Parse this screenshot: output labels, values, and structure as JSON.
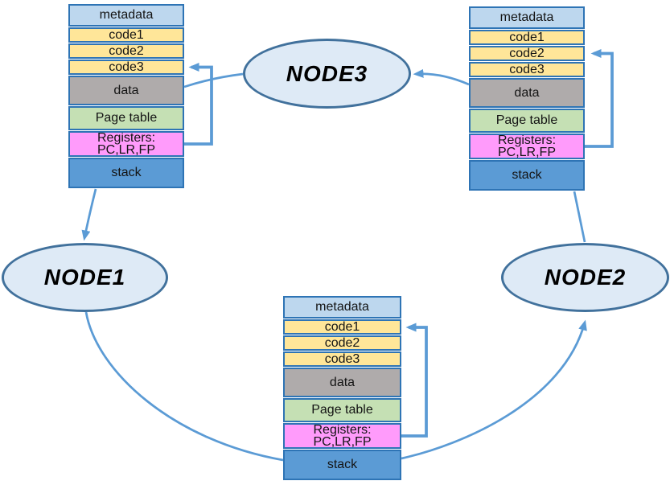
{
  "colors": {
    "background": "#ffffff",
    "row_border": "#2E74B5",
    "arrow": "#5B9BD5",
    "metadata_fill": "#BDD7EE",
    "code_fill": "#FFE699",
    "data_fill": "#AFABAB",
    "page_table_fill": "#C5E0B4",
    "registers_fill": "#FF9BFB",
    "stack_fill": "#5B9BD5",
    "node_fill": "#DEEAF6",
    "node_border": "#41719C"
  },
  "rows": [
    {
      "label": "metadata"
    },
    {
      "label": "code1"
    },
    {
      "label": "code2"
    },
    {
      "label": "code3"
    },
    {
      "label": "data"
    },
    {
      "label": "Page table"
    },
    {
      "label": "Registers:",
      "label2": "PC,LR,FP"
    },
    {
      "label": "stack"
    }
  ],
  "nodes": [
    {
      "label": "NODE1"
    },
    {
      "label": "NODE2"
    },
    {
      "label": "NODE3"
    }
  ],
  "stacks": [
    {
      "name": "top-left-stack",
      "registers_points_to": "code3"
    },
    {
      "name": "top-right-stack",
      "registers_points_to": "code2"
    },
    {
      "name": "bottom-stack",
      "registers_points_to": "code1"
    }
  ],
  "edges": [
    {
      "from": "top-right-stack",
      "to": "NODE3",
      "arrowhead": true
    },
    {
      "from": "NODE3",
      "to": "top-left-stack",
      "arrowhead": false
    },
    {
      "from": "top-left-stack",
      "to": "NODE1",
      "arrowhead": true
    },
    {
      "from": "NODE1",
      "to": "bottom-stack",
      "arrowhead": false
    },
    {
      "from": "bottom-stack",
      "to": "NODE2",
      "arrowhead": true
    },
    {
      "from": "NODE2",
      "to": "top-right-stack",
      "arrowhead": false
    },
    {
      "from": "top-left-stack.Registers",
      "to": "top-left-stack.code3",
      "arrowhead": true
    },
    {
      "from": "top-right-stack.Registers",
      "to": "top-right-stack.code2",
      "arrowhead": true
    },
    {
      "from": "bottom-stack.Registers",
      "to": "bottom-stack.code1",
      "arrowhead": true
    }
  ]
}
